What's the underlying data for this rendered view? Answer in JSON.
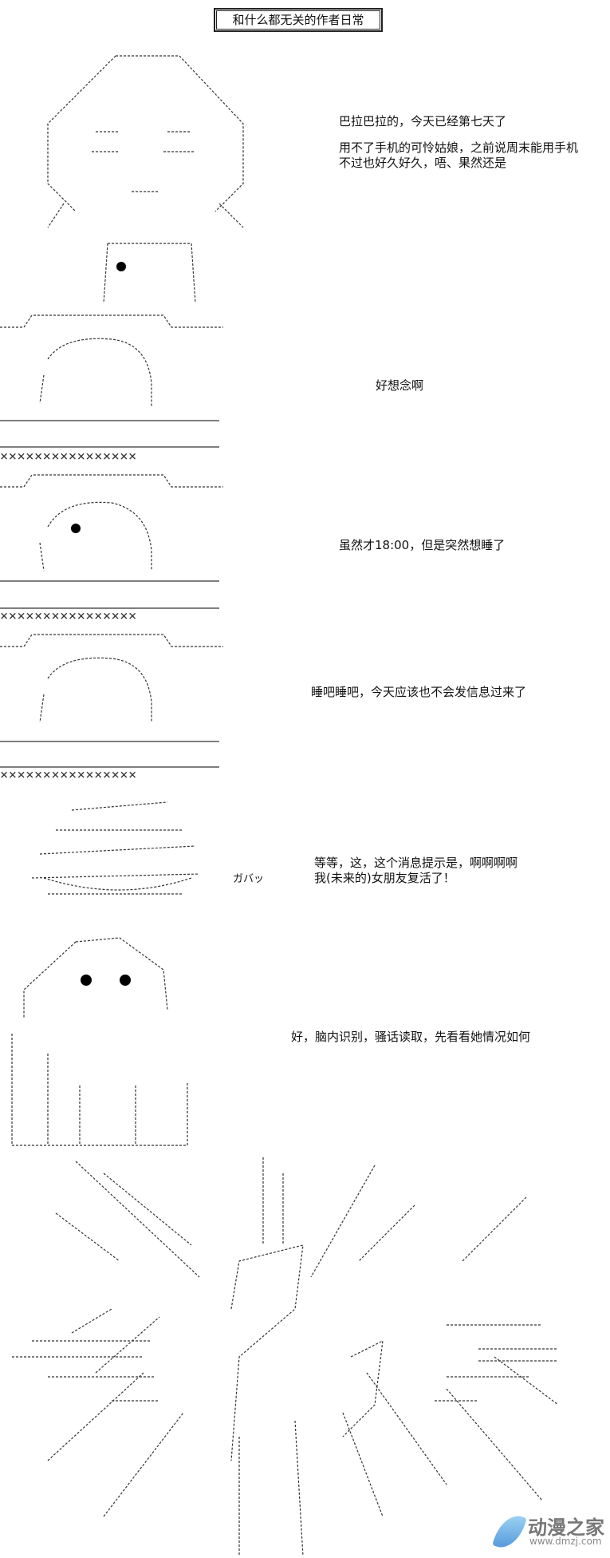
{
  "title": "和什么都无关的作者日常",
  "panels": [
    {
      "lines": [
        "巴拉巴拉的，今天已经第七天了"
      ]
    },
    {
      "lines": [
        "用不了手机的可怜姑娘，之前说周末能用手机",
        "不过也好久好久，唔、果然还是"
      ]
    },
    {
      "lines": [
        "好想念啊"
      ]
    },
    {
      "lines": [
        "虽然才18:00，但是突然想睡了"
      ]
    },
    {
      "lines": [
        "睡吧睡吧，今天应该也不会发信息过来了"
      ]
    },
    {
      "lines": [
        "等等，这，这个消息提示是，啊啊啊啊",
        "我(未来的)女朋友复活了！"
      ]
    },
    {
      "lines": [
        "好，脑内识别，骚话读取，先看看她情况如何"
      ]
    }
  ],
  "sfx": "ガバッ",
  "separator": "××××××××××××××××",
  "watermark": {
    "name": "动漫之家",
    "url": "www.dmzj.com"
  }
}
